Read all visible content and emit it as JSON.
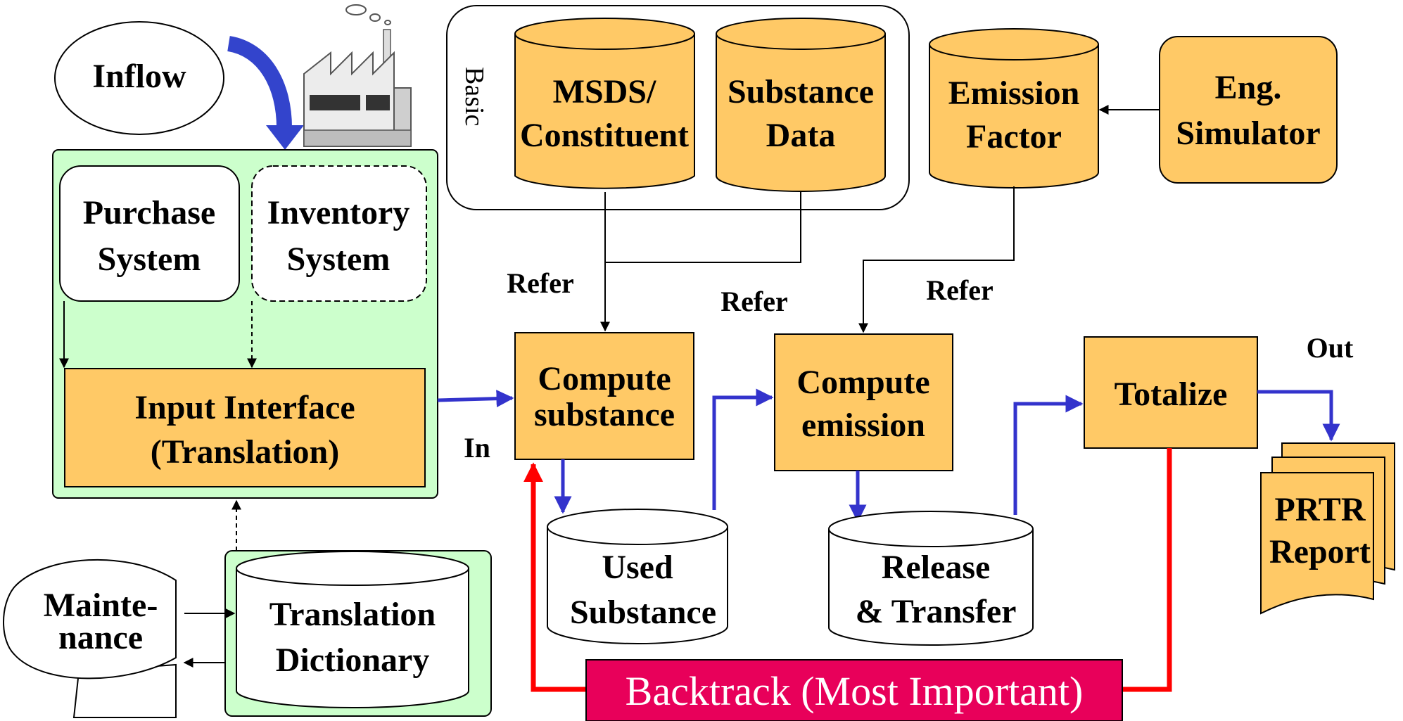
{
  "inflow": "Inflow",
  "basic_group": "Basic",
  "db_msds": [
    "MSDS/",
    "Constituent"
  ],
  "db_substance": [
    "Substance",
    "Data"
  ],
  "db_emission": [
    "Emission",
    "Factor"
  ],
  "eng_simulator": [
    "Eng.",
    "Simulator"
  ],
  "purchase_system": [
    "Purchase",
    "System"
  ],
  "inventory_system": [
    "Inventory",
    "System"
  ],
  "input_interface": [
    "Input Interface",
    "(Translation)"
  ],
  "compute_substance": [
    "Compute",
    "substance"
  ],
  "compute_emission": [
    "Compute",
    "emission"
  ],
  "totalize": "Totalize",
  "used_substance": [
    "Used",
    "Substance"
  ],
  "release_transfer": [
    "Release",
    "& Transfer"
  ],
  "prtr_report": [
    "PRTR",
    "Report"
  ],
  "maintenance": [
    "Mainte-",
    "nance"
  ],
  "translation_dictionary": [
    "Translation",
    "Dictionary"
  ],
  "refer_1": "Refer",
  "refer_2": "Refer",
  "refer_3": "Refer",
  "in_label": "In",
  "out_label": "Out",
  "backtrack": "Backtrack (Most Important)",
  "colors": {
    "process_fill": "#FFC966",
    "green_panel": "#CCFFCC",
    "flow_blue": "#3333CC",
    "inflow_arrow": "#3344CC",
    "backtrack_red": "#FF0000",
    "backtrack_fill": "#E8005A"
  }
}
